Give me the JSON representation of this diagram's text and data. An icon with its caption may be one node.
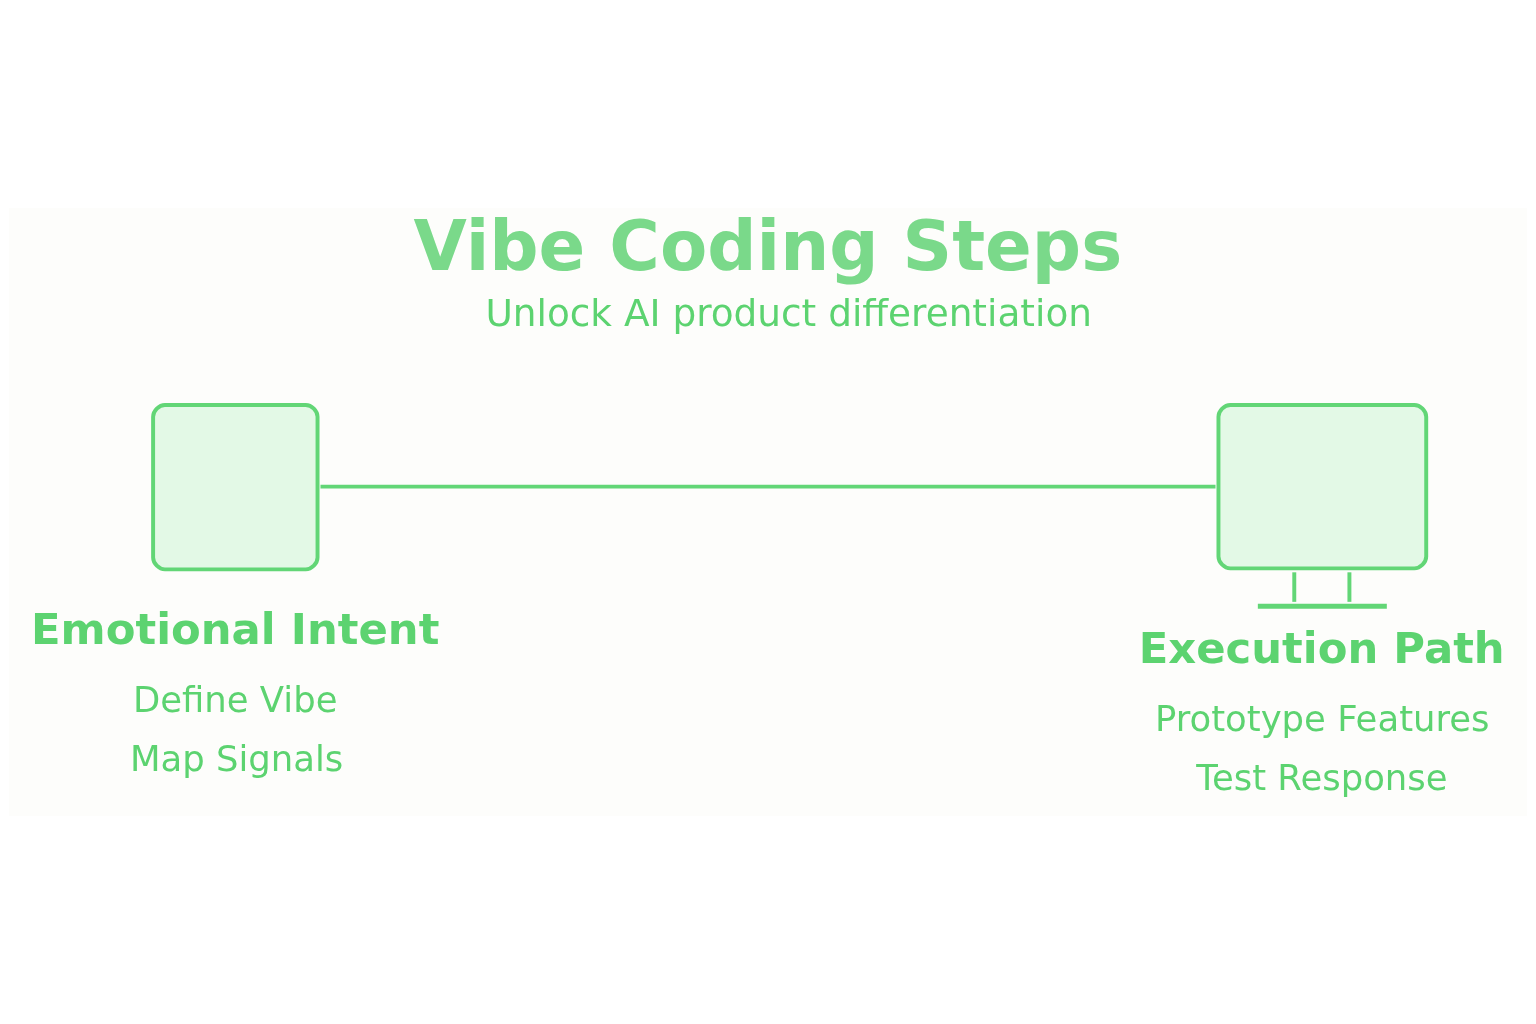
{
  "diagram": {
    "title": "Vibe Coding Steps",
    "nodes": [
      {
        "text": [
          "Emotional Intent",
          "Define Vibe",
          "Map Signals"
        ]
      },
      {
        "text": [
          "Execution Path",
          "Prototype Features",
          "Test Response"
        ]
      }
    ],
    "edges": [
      {
        "from": 0,
        "to": 1,
        "arrow": "none"
      }
    ],
    "labels": [
      "Unlock AI product differentiation"
    ]
  }
}
